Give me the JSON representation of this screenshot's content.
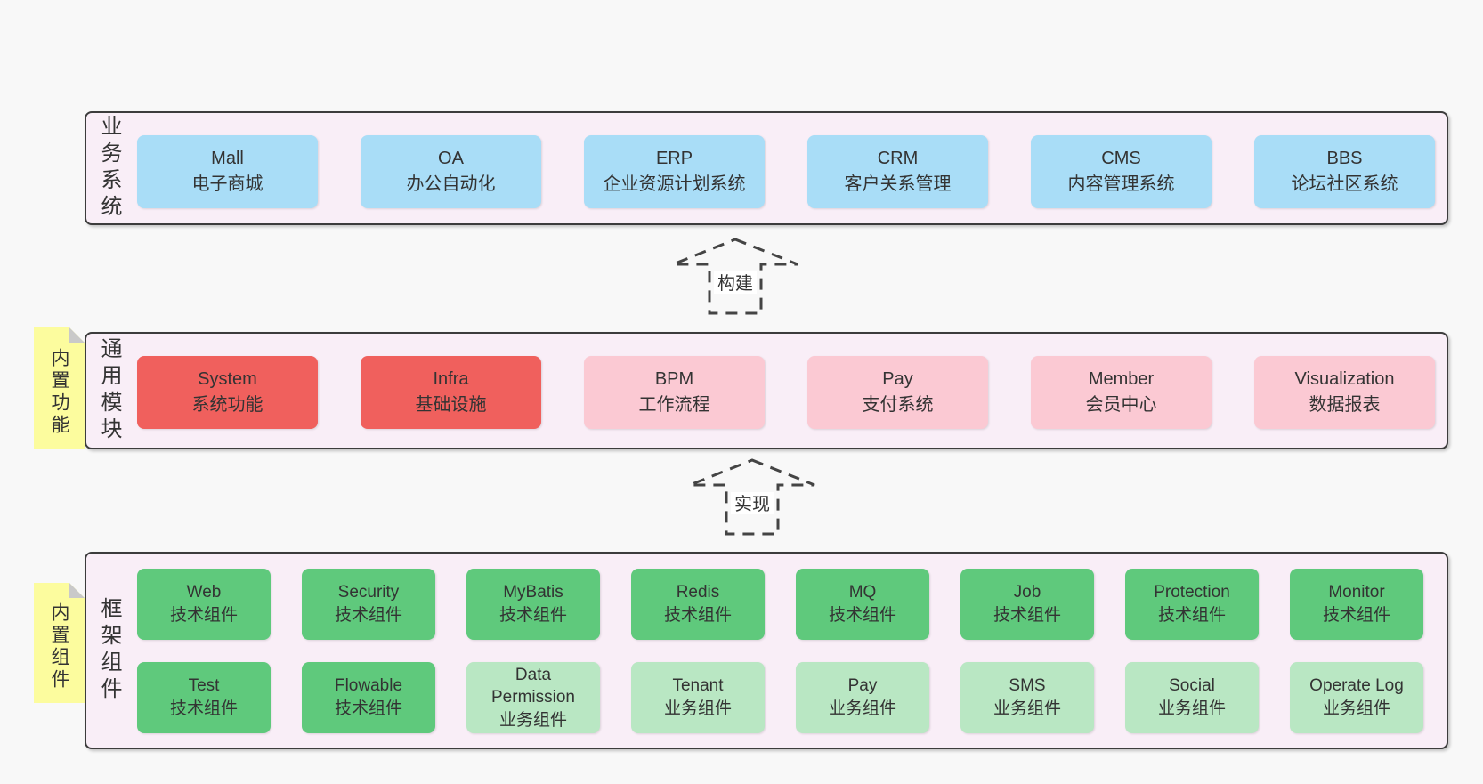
{
  "diagram": {
    "background": "#f8f8f8",
    "container_fill": "#f9eef7",
    "container_border": "#3c3c3c",
    "text_color": "#333333",
    "arrow_color": "#444444",
    "note_fill": "#fcfc9e",
    "note_fold": "#c9c9c9",
    "variant_colors": {
      "blue": "#a9ddf7",
      "red": "#f0605d",
      "pink": "#fbc9d3",
      "green": "#5fc97c",
      "lightgreen": "#b9e7c3"
    }
  },
  "layers": [
    {
      "label": "业务系统",
      "rows": [
        [
          {
            "title": "Mall",
            "subtitle": "电子商城",
            "variant": "blue"
          },
          {
            "title": "OA",
            "subtitle": "办公自动化",
            "variant": "blue"
          },
          {
            "title": "ERP",
            "subtitle": "企业资源计划系统",
            "variant": "blue"
          },
          {
            "title": "CRM",
            "subtitle": "客户关系管理",
            "variant": "blue"
          },
          {
            "title": "CMS",
            "subtitle": "内容管理系统",
            "variant": "blue"
          },
          {
            "title": "BBS",
            "subtitle": "论坛社区系统",
            "variant": "blue"
          }
        ]
      ]
    },
    {
      "label": "通用模块",
      "note": "内置功能",
      "rows": [
        [
          {
            "title": "System",
            "subtitle": "系统功能",
            "variant": "red"
          },
          {
            "title": "Infra",
            "subtitle": "基础设施",
            "variant": "red"
          },
          {
            "title": "BPM",
            "subtitle": "工作流程",
            "variant": "pink"
          },
          {
            "title": "Pay",
            "subtitle": "支付系统",
            "variant": "pink"
          },
          {
            "title": "Member",
            "subtitle": "会员中心",
            "variant": "pink"
          },
          {
            "title": "Visualization",
            "subtitle": "数据报表",
            "variant": "pink"
          }
        ]
      ]
    },
    {
      "label": "框架组件",
      "note": "内置组件",
      "rows": [
        [
          {
            "title": "Web",
            "subtitle": "技术组件",
            "variant": "green"
          },
          {
            "title": "Security",
            "subtitle": "技术组件",
            "variant": "green"
          },
          {
            "title": "MyBatis",
            "subtitle": "技术组件",
            "variant": "green"
          },
          {
            "title": "Redis",
            "subtitle": "技术组件",
            "variant": "green"
          },
          {
            "title": "MQ",
            "subtitle": "技术组件",
            "variant": "green"
          },
          {
            "title": "Job",
            "subtitle": "技术组件",
            "variant": "green"
          },
          {
            "title": "Protection",
            "subtitle": "技术组件",
            "variant": "green"
          },
          {
            "title": "Monitor",
            "subtitle": "技术组件",
            "variant": "green"
          }
        ],
        [
          {
            "title": "Test",
            "subtitle": "技术组件",
            "variant": "green"
          },
          {
            "title": "Flowable",
            "subtitle": "技术组件",
            "variant": "green"
          },
          {
            "title": "Data Permission",
            "subtitle": "业务组件",
            "variant": "lightgreen"
          },
          {
            "title": "Tenant",
            "subtitle": "业务组件",
            "variant": "lightgreen"
          },
          {
            "title": "Pay",
            "subtitle": "业务组件",
            "variant": "lightgreen"
          },
          {
            "title": "SMS",
            "subtitle": "业务组件",
            "variant": "lightgreen"
          },
          {
            "title": "Social",
            "subtitle": "业务组件",
            "variant": "lightgreen"
          },
          {
            "title": "Operate Log",
            "subtitle": "业务组件",
            "variant": "lightgreen"
          }
        ]
      ]
    }
  ],
  "arrows": [
    {
      "label": "构建"
    },
    {
      "label": "实现"
    }
  ]
}
